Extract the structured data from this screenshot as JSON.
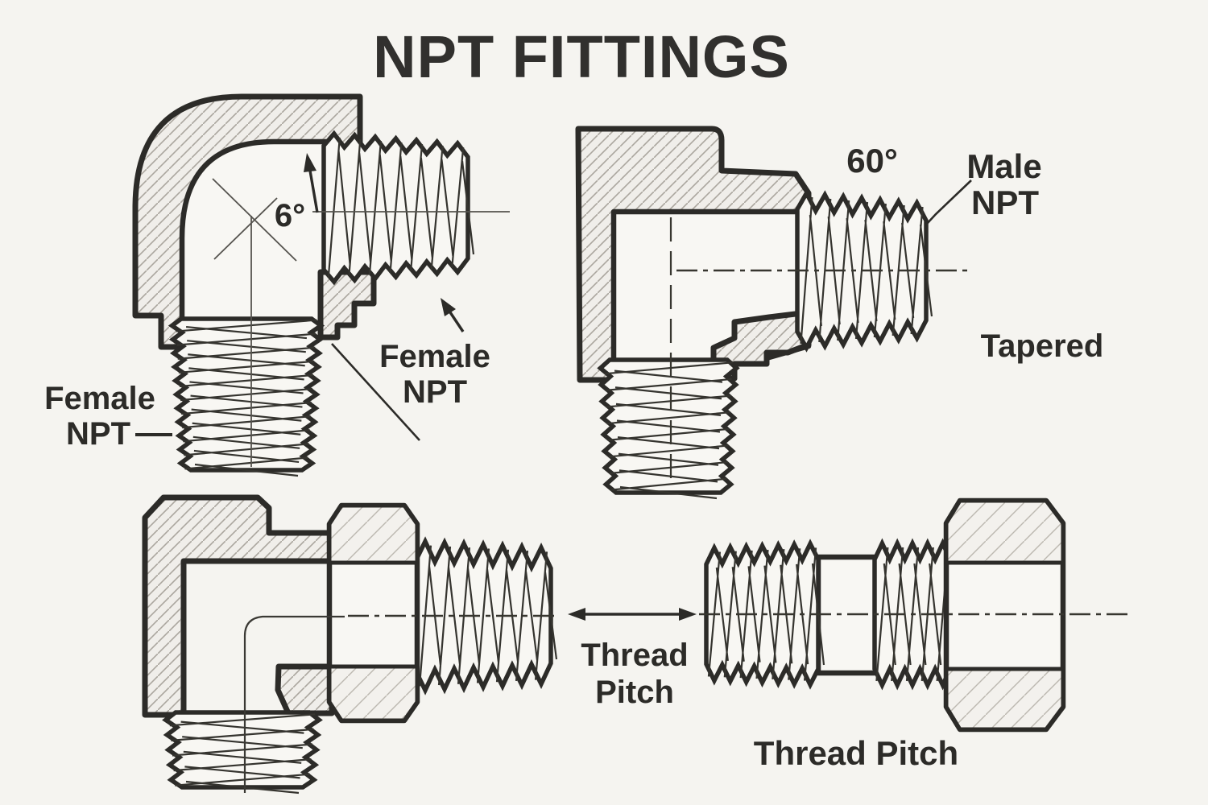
{
  "title": "NPT FITTINGS",
  "colors": {
    "background": "#f5f4f0",
    "line": "#2c2b28",
    "hatch_fill": "#f0eeea",
    "hatch_stroke": "#aaa69e",
    "text": "#2e2d2a"
  },
  "fitting_top_left": {
    "angle_label": "6°",
    "label_left": {
      "line1": "Female",
      "line2": "NPT"
    },
    "label_right": {
      "line1": "Female",
      "line2": "NPT"
    }
  },
  "fitting_top_right": {
    "angle_label": "60°",
    "male_label": {
      "line1": "Male",
      "line2": "NPT"
    },
    "taper_label": "Tapered"
  },
  "pitch_annotation": {
    "line1": "Thread",
    "line2": "Pitch"
  },
  "fitting_bottom_right": {
    "label": "Thread Pitch"
  }
}
